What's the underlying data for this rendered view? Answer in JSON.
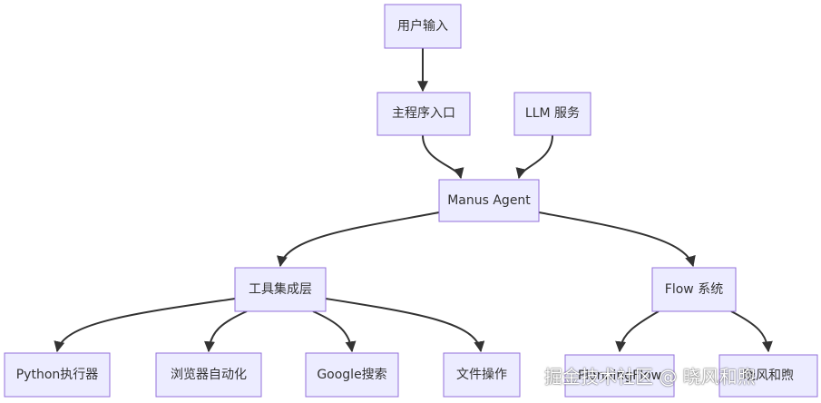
{
  "colors": {
    "node_fill": "#ECECFF",
    "node_stroke": "#9370DB",
    "edge": "#333333",
    "text": "#333333",
    "background": "#FFFFFF"
  },
  "nodes": {
    "user_input": "用户输入",
    "main_entry": "主程序入口",
    "llm_service": "LLM 服务",
    "manus_agent": "Manus Agent",
    "tool_layer": "工具集成层",
    "flow_system": "Flow 系统",
    "python_executor": "Python执行器",
    "browser_automation": "浏览器自动化",
    "google_search": "Google搜索",
    "file_operation": "文件操作",
    "flow_child_1": "PlanningFlow",
    "flow_child_2": "晓风和煦"
  },
  "edges": [
    [
      "user_input",
      "main_entry"
    ],
    [
      "main_entry",
      "manus_agent"
    ],
    [
      "llm_service",
      "manus_agent"
    ],
    [
      "manus_agent",
      "tool_layer"
    ],
    [
      "manus_agent",
      "flow_system"
    ],
    [
      "tool_layer",
      "python_executor"
    ],
    [
      "tool_layer",
      "browser_automation"
    ],
    [
      "tool_layer",
      "google_search"
    ],
    [
      "tool_layer",
      "file_operation"
    ],
    [
      "flow_system",
      "flow_child_1"
    ],
    [
      "flow_system",
      "flow_child_2"
    ]
  ],
  "watermark": "掘金技术社区 @ 晓风和煦"
}
